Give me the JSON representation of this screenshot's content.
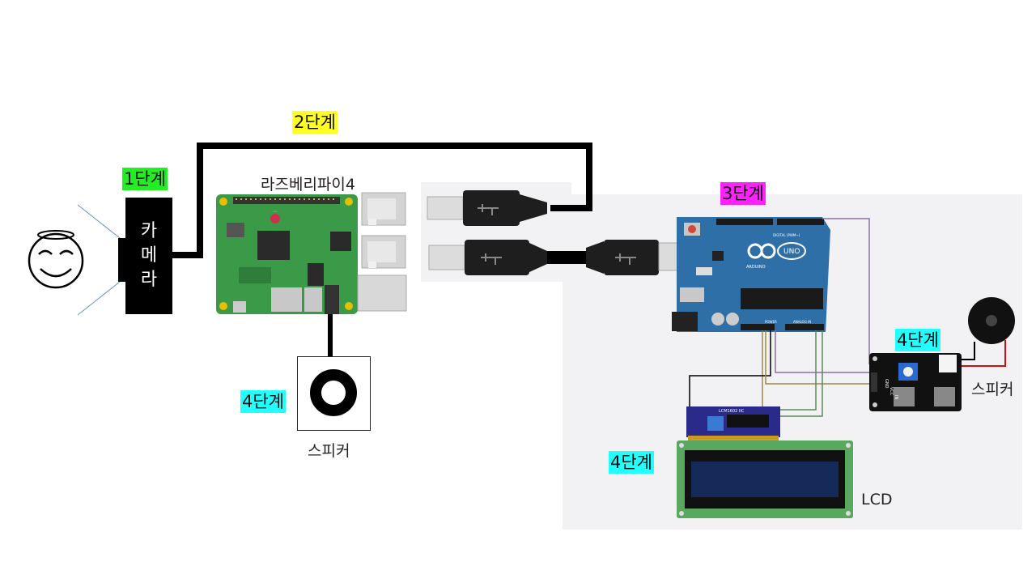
{
  "stages": {
    "stage1": "1단계",
    "stage2": "2단계",
    "stage3": "3단계",
    "stage4_speaker": "4단계",
    "stage4_lcd": "4단계",
    "stage4_buzzer": "4단계"
  },
  "camera": {
    "line1": "카",
    "line2": "메",
    "line3": "라"
  },
  "raspberry_pi": {
    "label": "라즈베리파이4"
  },
  "speaker_left": {
    "label": "스피커"
  },
  "speaker_right": {
    "label": "스피커"
  },
  "lcd": {
    "label": "LCD",
    "module_text": "LCM1602 IIC"
  },
  "arduino": {
    "brand": "ARDUINO",
    "model": "UNO",
    "digital_header": "DIGITAL (PWM~)",
    "power_header": "POWER",
    "analog_header": "ANALOG IN"
  },
  "buzzer_module": {
    "pins": [
      "GND",
      "VCC",
      "IN"
    ]
  },
  "colors": {
    "stage1": "#22ee22",
    "stage2": "#ffff22",
    "stage3": "#ff22ff",
    "stage4": "#22ffff",
    "arduino_board": "#2f6fa8",
    "pi_board": "#3a9a48",
    "lcd_frame": "#5aa860",
    "lcd_screen": "#162a5a",
    "i2c_module": "#2a2a8a",
    "panel_background": "#f2f2f4"
  },
  "icons": [
    "smiling-angel-face-icon",
    "raspberry-logo-icon",
    "usb-cable-icon",
    "arduino-logo-icon",
    "speaker-ring-icon",
    "buzzer-icon"
  ]
}
